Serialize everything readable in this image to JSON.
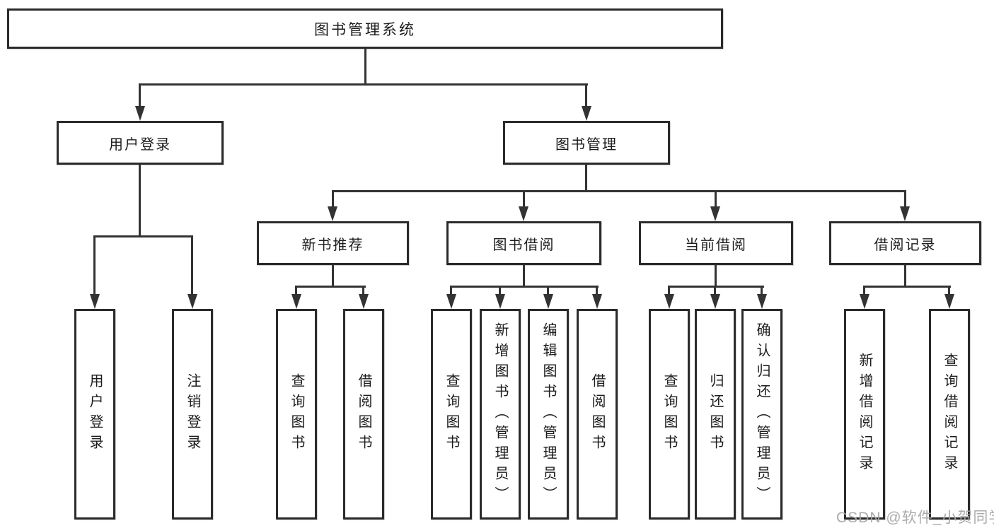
{
  "colors": {
    "background": "#ffffff",
    "line": "#333333",
    "box_border": "#2b2b2b",
    "text": "#1c1c1c",
    "watermark": "#a6a6a6"
  },
  "watermark": {
    "text": "CSDN @软件_小贺同学"
  },
  "tree": {
    "label": "图书管理系统",
    "children": [
      {
        "label": "用户登录",
        "children": [
          {
            "label": "用户登录"
          },
          {
            "label": "注销登录"
          }
        ]
      },
      {
        "label": "图书管理",
        "children": [
          {
            "label": "新书推荐",
            "children": [
              {
                "label": "查询图书"
              },
              {
                "label": "借阅图书"
              }
            ]
          },
          {
            "label": "图书借阅",
            "children": [
              {
                "label": "查询图书"
              },
              {
                "label": "新增图书（管理员）"
              },
              {
                "label": "编辑图书（管理员）"
              },
              {
                "label": "借阅图书"
              }
            ]
          },
          {
            "label": "当前借阅",
            "children": [
              {
                "label": "查询图书"
              },
              {
                "label": "归还图书"
              },
              {
                "label": "确认归还（管理员）"
              }
            ]
          },
          {
            "label": "借阅记录",
            "children": [
              {
                "label": "新增借阅记录"
              },
              {
                "label": "查询借阅记录"
              }
            ]
          }
        ]
      }
    ]
  }
}
